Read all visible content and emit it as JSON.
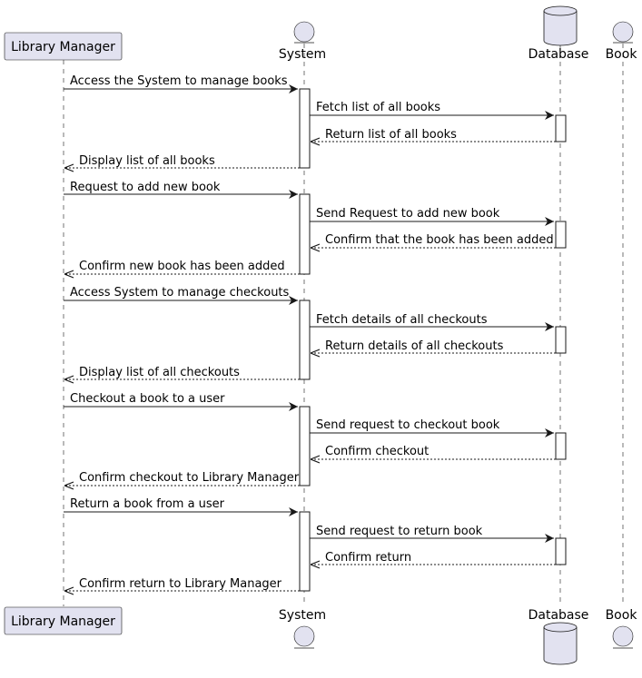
{
  "colors": {
    "participant_fill": "#e2e2f0",
    "participant_stroke": "#181818",
    "lifeline": "#181818",
    "activation_fill": "#ffffff",
    "arrow": "#181818"
  },
  "participants": [
    {
      "id": "lm",
      "label": "Library Manager",
      "kind": "actor-box"
    },
    {
      "id": "sys",
      "label": "System",
      "kind": "entity"
    },
    {
      "id": "db",
      "label": "Database",
      "kind": "database"
    },
    {
      "id": "book",
      "label": "Book",
      "kind": "entity"
    }
  ],
  "messages": [
    {
      "from": "lm",
      "to": "sys",
      "text": "Access the System to manage books",
      "style": "solid"
    },
    {
      "from": "sys",
      "to": "db",
      "text": "Fetch list of all books",
      "style": "solid"
    },
    {
      "from": "db",
      "to": "sys",
      "text": "Return list of all books",
      "style": "dashed"
    },
    {
      "from": "sys",
      "to": "lm",
      "text": "Display list of all books",
      "style": "dashed"
    },
    {
      "from": "lm",
      "to": "sys",
      "text": "Request to add new book",
      "style": "solid"
    },
    {
      "from": "sys",
      "to": "db",
      "text": "Send Request to add new book",
      "style": "solid"
    },
    {
      "from": "db",
      "to": "sys",
      "text": "Confirm that the book has been added",
      "style": "dashed"
    },
    {
      "from": "sys",
      "to": "lm",
      "text": "Confirm new book has been added",
      "style": "dashed"
    },
    {
      "from": "lm",
      "to": "sys",
      "text": "Access System to manage checkouts",
      "style": "solid"
    },
    {
      "from": "sys",
      "to": "db",
      "text": "Fetch details of all checkouts",
      "style": "solid"
    },
    {
      "from": "db",
      "to": "sys",
      "text": "Return details of all checkouts",
      "style": "dashed"
    },
    {
      "from": "sys",
      "to": "lm",
      "text": "Display list of all checkouts",
      "style": "dashed"
    },
    {
      "from": "lm",
      "to": "sys",
      "text": "Checkout a book to a user",
      "style": "solid"
    },
    {
      "from": "sys",
      "to": "db",
      "text": "Send request to checkout book",
      "style": "solid"
    },
    {
      "from": "db",
      "to": "sys",
      "text": "Confirm checkout",
      "style": "dashed"
    },
    {
      "from": "sys",
      "to": "lm",
      "text": "Confirm checkout to Library Manager",
      "style": "dashed"
    },
    {
      "from": "lm",
      "to": "sys",
      "text": "Return a book from a user",
      "style": "solid"
    },
    {
      "from": "sys",
      "to": "db",
      "text": "Send request to return book",
      "style": "solid"
    },
    {
      "from": "db",
      "to": "sys",
      "text": "Confirm return",
      "style": "dashed"
    },
    {
      "from": "sys",
      "to": "lm",
      "text": "Confirm return to Library Manager",
      "style": "dashed"
    }
  ]
}
